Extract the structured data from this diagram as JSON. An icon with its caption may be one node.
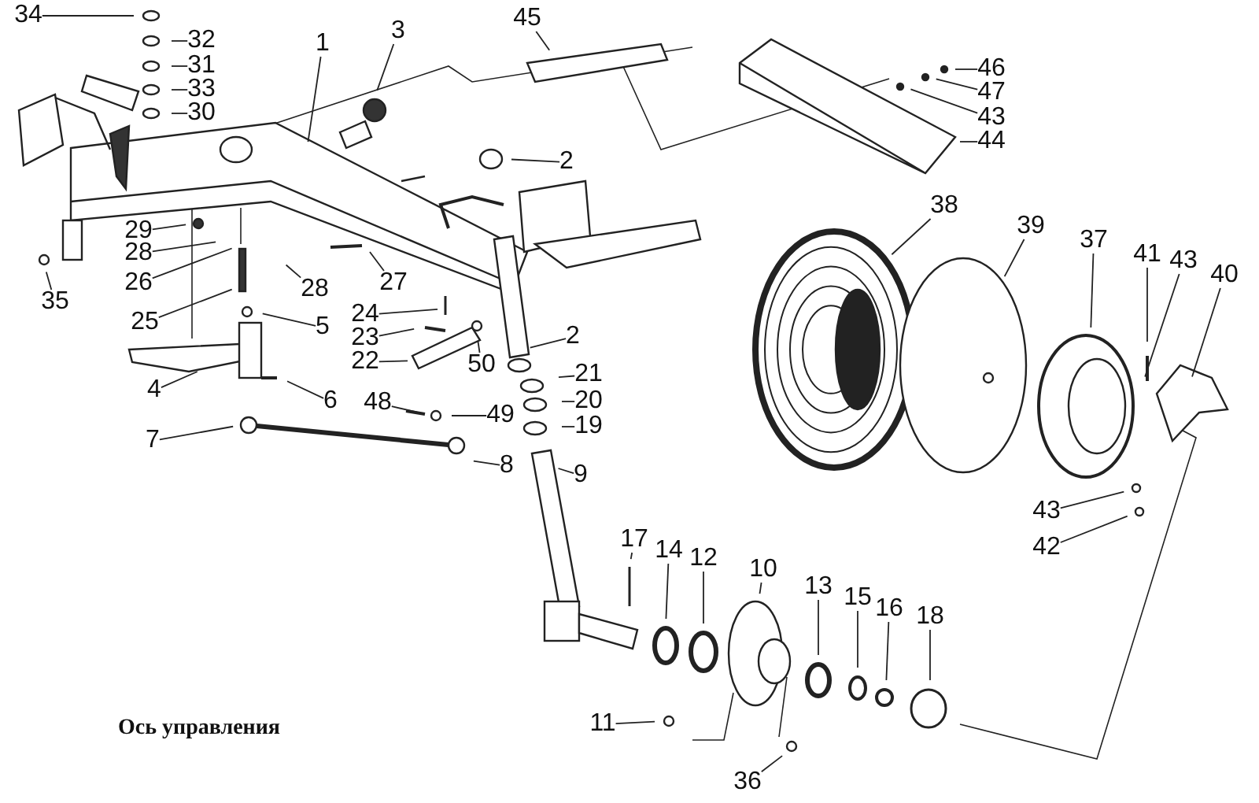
{
  "diagram": {
    "caption": "Ось управления",
    "nodes": [
      {
        "text": [
          "34"
        ]
      },
      {
        "text": [
          "32"
        ]
      },
      {
        "text": [
          "31"
        ]
      },
      {
        "text": [
          "33"
        ]
      },
      {
        "text": [
          "30"
        ]
      },
      {
        "text": [
          "1"
        ]
      },
      {
        "text": [
          "3"
        ]
      },
      {
        "text": [
          "45"
        ]
      },
      {
        "text": [
          "2"
        ]
      },
      {
        "text": [
          "46"
        ]
      },
      {
        "text": [
          "47"
        ]
      },
      {
        "text": [
          "43"
        ]
      },
      {
        "text": [
          "44"
        ]
      },
      {
        "text": [
          "38"
        ]
      },
      {
        "text": [
          "39"
        ]
      },
      {
        "text": [
          "37"
        ]
      },
      {
        "text": [
          "41"
        ]
      },
      {
        "text": [
          "43"
        ]
      },
      {
        "text": [
          "40"
        ]
      },
      {
        "text": [
          "29"
        ]
      },
      {
        "text": [
          "28"
        ]
      },
      {
        "text": [
          "26"
        ]
      },
      {
        "text": [
          "35"
        ]
      },
      {
        "text": [
          "28"
        ]
      },
      {
        "text": [
          "27"
        ]
      },
      {
        "text": [
          "25"
        ]
      },
      {
        "text": [
          "5"
        ]
      },
      {
        "text": [
          "24"
        ]
      },
      {
        "text": [
          "23"
        ]
      },
      {
        "text": [
          "22"
        ]
      },
      {
        "text": [
          "6"
        ]
      },
      {
        "text": [
          "4"
        ]
      },
      {
        "text": [
          "2"
        ]
      },
      {
        "text": [
          "21"
        ]
      },
      {
        "text": [
          "20"
        ]
      },
      {
        "text": [
          "19"
        ]
      },
      {
        "text": [
          "50"
        ]
      },
      {
        "text": [
          "49"
        ]
      },
      {
        "text": [
          "8"
        ]
      },
      {
        "text": [
          "48"
        ]
      },
      {
        "text": [
          "7"
        ]
      },
      {
        "text": [
          "9"
        ]
      },
      {
        "text": [
          "17"
        ]
      },
      {
        "text": [
          "14"
        ]
      },
      {
        "text": [
          "12"
        ]
      },
      {
        "text": [
          "10"
        ]
      },
      {
        "text": [
          "13"
        ]
      },
      {
        "text": [
          "15"
        ]
      },
      {
        "text": [
          "16"
        ]
      },
      {
        "text": [
          "18"
        ]
      },
      {
        "text": [
          "11"
        ]
      },
      {
        "text": [
          "36"
        ]
      },
      {
        "text": [
          "43"
        ]
      },
      {
        "text": [
          "42"
        ]
      }
    ],
    "edges": [
      {
        "from": 0,
        "to": null,
        "arrow": "none"
      },
      {
        "from": 1,
        "to": null,
        "arrow": "none"
      },
      {
        "from": 2,
        "to": null,
        "arrow": "none"
      },
      {
        "from": 3,
        "to": null,
        "arrow": "none"
      },
      {
        "from": 4,
        "to": null,
        "arrow": "none"
      },
      {
        "from": 5,
        "to": null,
        "arrow": "none"
      },
      {
        "from": 6,
        "to": null,
        "arrow": "none"
      },
      {
        "from": 7,
        "to": null,
        "arrow": "none"
      },
      {
        "from": 8,
        "to": null,
        "arrow": "none"
      },
      {
        "from": 9,
        "to": null,
        "arrow": "none"
      },
      {
        "from": 10,
        "to": null,
        "arrow": "none"
      },
      {
        "from": 11,
        "to": null,
        "arrow": "none"
      },
      {
        "from": 12,
        "to": null,
        "arrow": "none"
      },
      {
        "from": 13,
        "to": null,
        "arrow": "none"
      },
      {
        "from": 14,
        "to": null,
        "arrow": "none"
      },
      {
        "from": 15,
        "to": null,
        "arrow": "none"
      },
      {
        "from": 16,
        "to": null,
        "arrow": "none"
      },
      {
        "from": 17,
        "to": null,
        "arrow": "none"
      },
      {
        "from": 18,
        "to": null,
        "arrow": "none"
      },
      {
        "from": 19,
        "to": null,
        "arrow": "none"
      },
      {
        "from": 20,
        "to": null,
        "arrow": "none"
      },
      {
        "from": 21,
        "to": null,
        "arrow": "none"
      },
      {
        "from": 22,
        "to": null,
        "arrow": "none"
      },
      {
        "from": 23,
        "to": null,
        "arrow": "none"
      },
      {
        "from": 24,
        "to": null,
        "arrow": "none"
      },
      {
        "from": 25,
        "to": null,
        "arrow": "none"
      },
      {
        "from": 26,
        "to": null,
        "arrow": "none"
      },
      {
        "from": 27,
        "to": null,
        "arrow": "none"
      },
      {
        "from": 28,
        "to": null,
        "arrow": "none"
      },
      {
        "from": 29,
        "to": null,
        "arrow": "none"
      },
      {
        "from": 30,
        "to": null,
        "arrow": "none"
      },
      {
        "from": 31,
        "to": null,
        "arrow": "none"
      },
      {
        "from": 32,
        "to": null,
        "arrow": "none"
      },
      {
        "from": 33,
        "to": null,
        "arrow": "none"
      },
      {
        "from": 34,
        "to": null,
        "arrow": "none"
      },
      {
        "from": 35,
        "to": null,
        "arrow": "none"
      },
      {
        "from": 36,
        "to": null,
        "arrow": "none"
      },
      {
        "from": 37,
        "to": null,
        "arrow": "none"
      },
      {
        "from": 38,
        "to": null,
        "arrow": "none"
      },
      {
        "from": 39,
        "to": null,
        "arrow": "none"
      },
      {
        "from": 40,
        "to": null,
        "arrow": "none"
      },
      {
        "from": 41,
        "to": null,
        "arrow": "none"
      },
      {
        "from": 42,
        "to": null,
        "arrow": "none"
      },
      {
        "from": 43,
        "to": null,
        "arrow": "none"
      },
      {
        "from": 44,
        "to": null,
        "arrow": "none"
      },
      {
        "from": 45,
        "to": null,
        "arrow": "none"
      },
      {
        "from": 46,
        "to": null,
        "arrow": "none"
      },
      {
        "from": 47,
        "to": null,
        "arrow": "none"
      },
      {
        "from": 48,
        "to": null,
        "arrow": "none"
      },
      {
        "from": 49,
        "to": null,
        "arrow": "none"
      },
      {
        "from": 50,
        "to": null,
        "arrow": "none"
      },
      {
        "from": 51,
        "to": null,
        "arrow": "none"
      },
      {
        "from": 52,
        "to": null,
        "arrow": "none"
      },
      {
        "from": 53,
        "to": null,
        "arrow": "none"
      }
    ]
  }
}
